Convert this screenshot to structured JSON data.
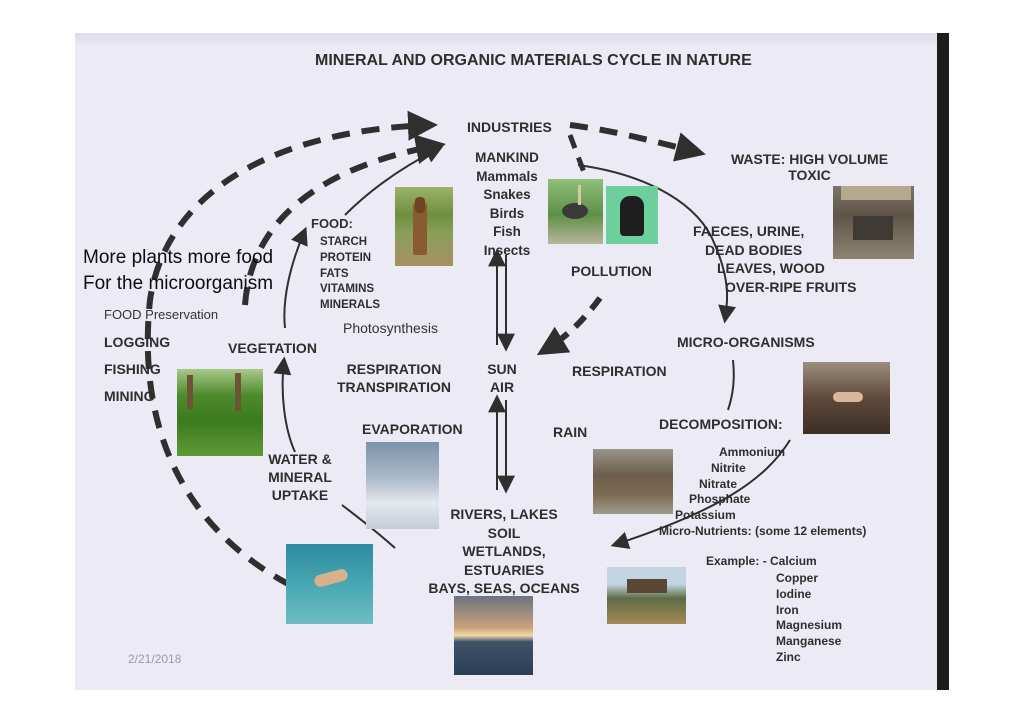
{
  "title": "MINERAL AND ORGANIC MATERIALS CYCLE IN NATURE",
  "overlay": {
    "line1": "More plants more food",
    "line2": "For the microorganism"
  },
  "left_activities": {
    "food_preservation": "FOOD Preservation",
    "items": [
      "LOGGING",
      "FISHING",
      "MINING"
    ]
  },
  "industries": "INDUSTRIES",
  "waste": {
    "line1": "WASTE: HIGH VOLUME",
    "line2": "TOXIC"
  },
  "consumers": {
    "mankind": "MANKIND",
    "animals": [
      "Mammals",
      "Snakes",
      "Birds",
      "Fish",
      "Insects"
    ]
  },
  "food": {
    "label": "FOOD:",
    "items": [
      "STARCH",
      "PROTEIN",
      "FATS",
      "VITAMINS",
      "MINERALS"
    ]
  },
  "photosynthesis": "Photosynthesis",
  "vegetation": "VEGETATION",
  "respiration_transpiration": {
    "line1": "RESPIRATION",
    "line2": "TRANSPIRATION"
  },
  "sun_air": {
    "line1": "SUN",
    "line2": "AIR"
  },
  "pollution": "POLLUTION",
  "respiration": "RESPIRATION",
  "faeces": {
    "line1": "FAECES, URINE,",
    "line2": "DEAD BODIES",
    "line3": "LEAVES, WOOD",
    "line4": "OVER-RIPE FRUITS"
  },
  "microorganisms": "MICRO-ORGANISMS",
  "decomposition": {
    "label": "DECOMPOSITION:",
    "items": [
      "Ammonium",
      "Nitrite",
      "Nitrate",
      "Phosphate",
      "Potassium"
    ],
    "micronutrients": "Micro-Nutrients: (some 12 elements)"
  },
  "example": {
    "label": "Example: - Calcium",
    "items": [
      "Copper",
      "Iodine",
      "Iron",
      "Magnesium",
      "Manganese",
      "Zinc"
    ]
  },
  "water_uptake": {
    "line1": "WATER &",
    "line2": "MINERAL",
    "line3": "UPTAKE"
  },
  "evaporation": "EVAPORATION",
  "rain": "RAIN",
  "water_bodies": {
    "line1": "RIVERS, LAKES",
    "line2": "SOIL",
    "line3": "WETLANDS,",
    "line4": "ESTUARIES",
    "line5": "BAYS, SEAS, OCEANS"
  },
  "date": "2/21/2018",
  "colors": {
    "slide_bg": "#ecebf5",
    "text": "#2e2e2e",
    "arrow": "#2f2f2f"
  },
  "photos": [
    "horse-photo",
    "ostrich-photo",
    "gorilla-photo",
    "barn-photo",
    "vegetation-photo",
    "clouds-photo",
    "rocks-photo",
    "compost-hands-photo",
    "diver-fish-photo",
    "sunset-sea-photo",
    "hut-photo"
  ]
}
